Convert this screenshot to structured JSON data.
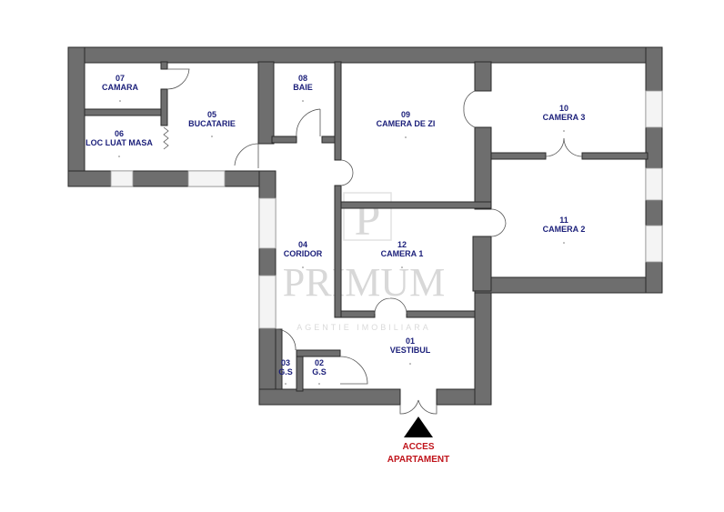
{
  "rooms": [
    {
      "id": "07",
      "name": "CAMARA"
    },
    {
      "id": "06",
      "name": "LOC LUAT MASA"
    },
    {
      "id": "05",
      "name": "BUCATARIE"
    },
    {
      "id": "08",
      "name": "BAIE"
    },
    {
      "id": "09",
      "name": "CAMERA DE ZI"
    },
    {
      "id": "10",
      "name": "CAMERA 3"
    },
    {
      "id": "11",
      "name": "CAMERA 2"
    },
    {
      "id": "04",
      "name": "CORIDOR"
    },
    {
      "id": "12",
      "name": "CAMERA 1"
    },
    {
      "id": "01",
      "name": "VESTIBUL"
    },
    {
      "id": "03",
      "name": "G.S"
    },
    {
      "id": "02",
      "name": "G.S"
    }
  ],
  "entrance": {
    "line1": "ACCES",
    "line2": "APARTAMENT"
  },
  "watermark": {
    "logo": "P",
    "name": "PRIMUM",
    "subtitle": "AGENTIE IMOBILIARA"
  }
}
